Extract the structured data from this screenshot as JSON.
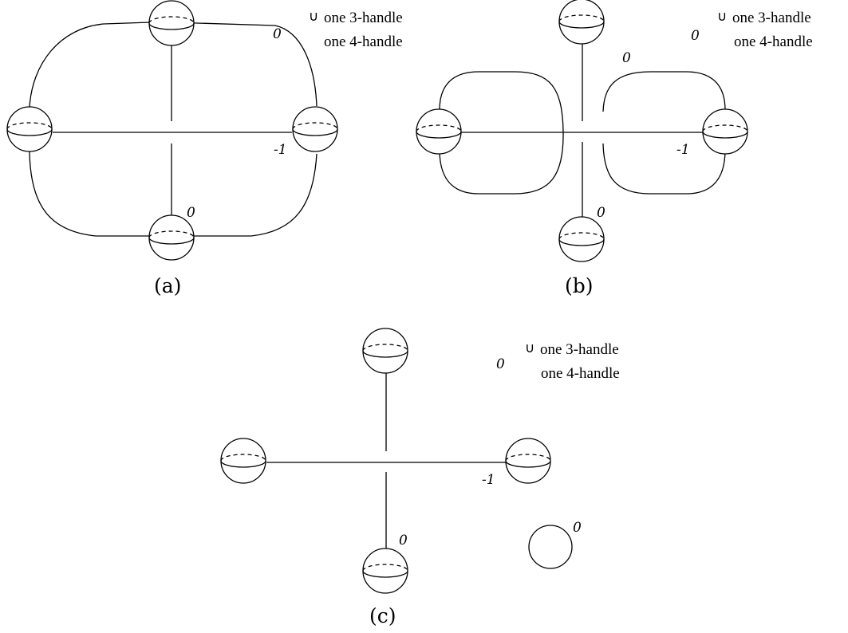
{
  "panels": [
    {
      "caption": "(a)",
      "framings": {
        "top": "0",
        "right": "-1",
        "bottom": "0"
      },
      "cup_symbol": "∪",
      "handles_line1": "one 3-handle",
      "handles_line2": "one 4-handle"
    },
    {
      "caption": "(b)",
      "framings": {
        "top": "0",
        "right": "-1",
        "bottom": "0",
        "loop": "0"
      },
      "cup_symbol": "∪",
      "handles_line1": "one 3-handle",
      "handles_line2": "one 4-handle"
    },
    {
      "caption": "(c)",
      "framings": {
        "top": "0",
        "right": "-1",
        "bottom": "0",
        "unknot": "0"
      },
      "cup_symbol": "∪",
      "handles_line1": "one 3-handle",
      "handles_line2": "one 4-handle"
    }
  ]
}
